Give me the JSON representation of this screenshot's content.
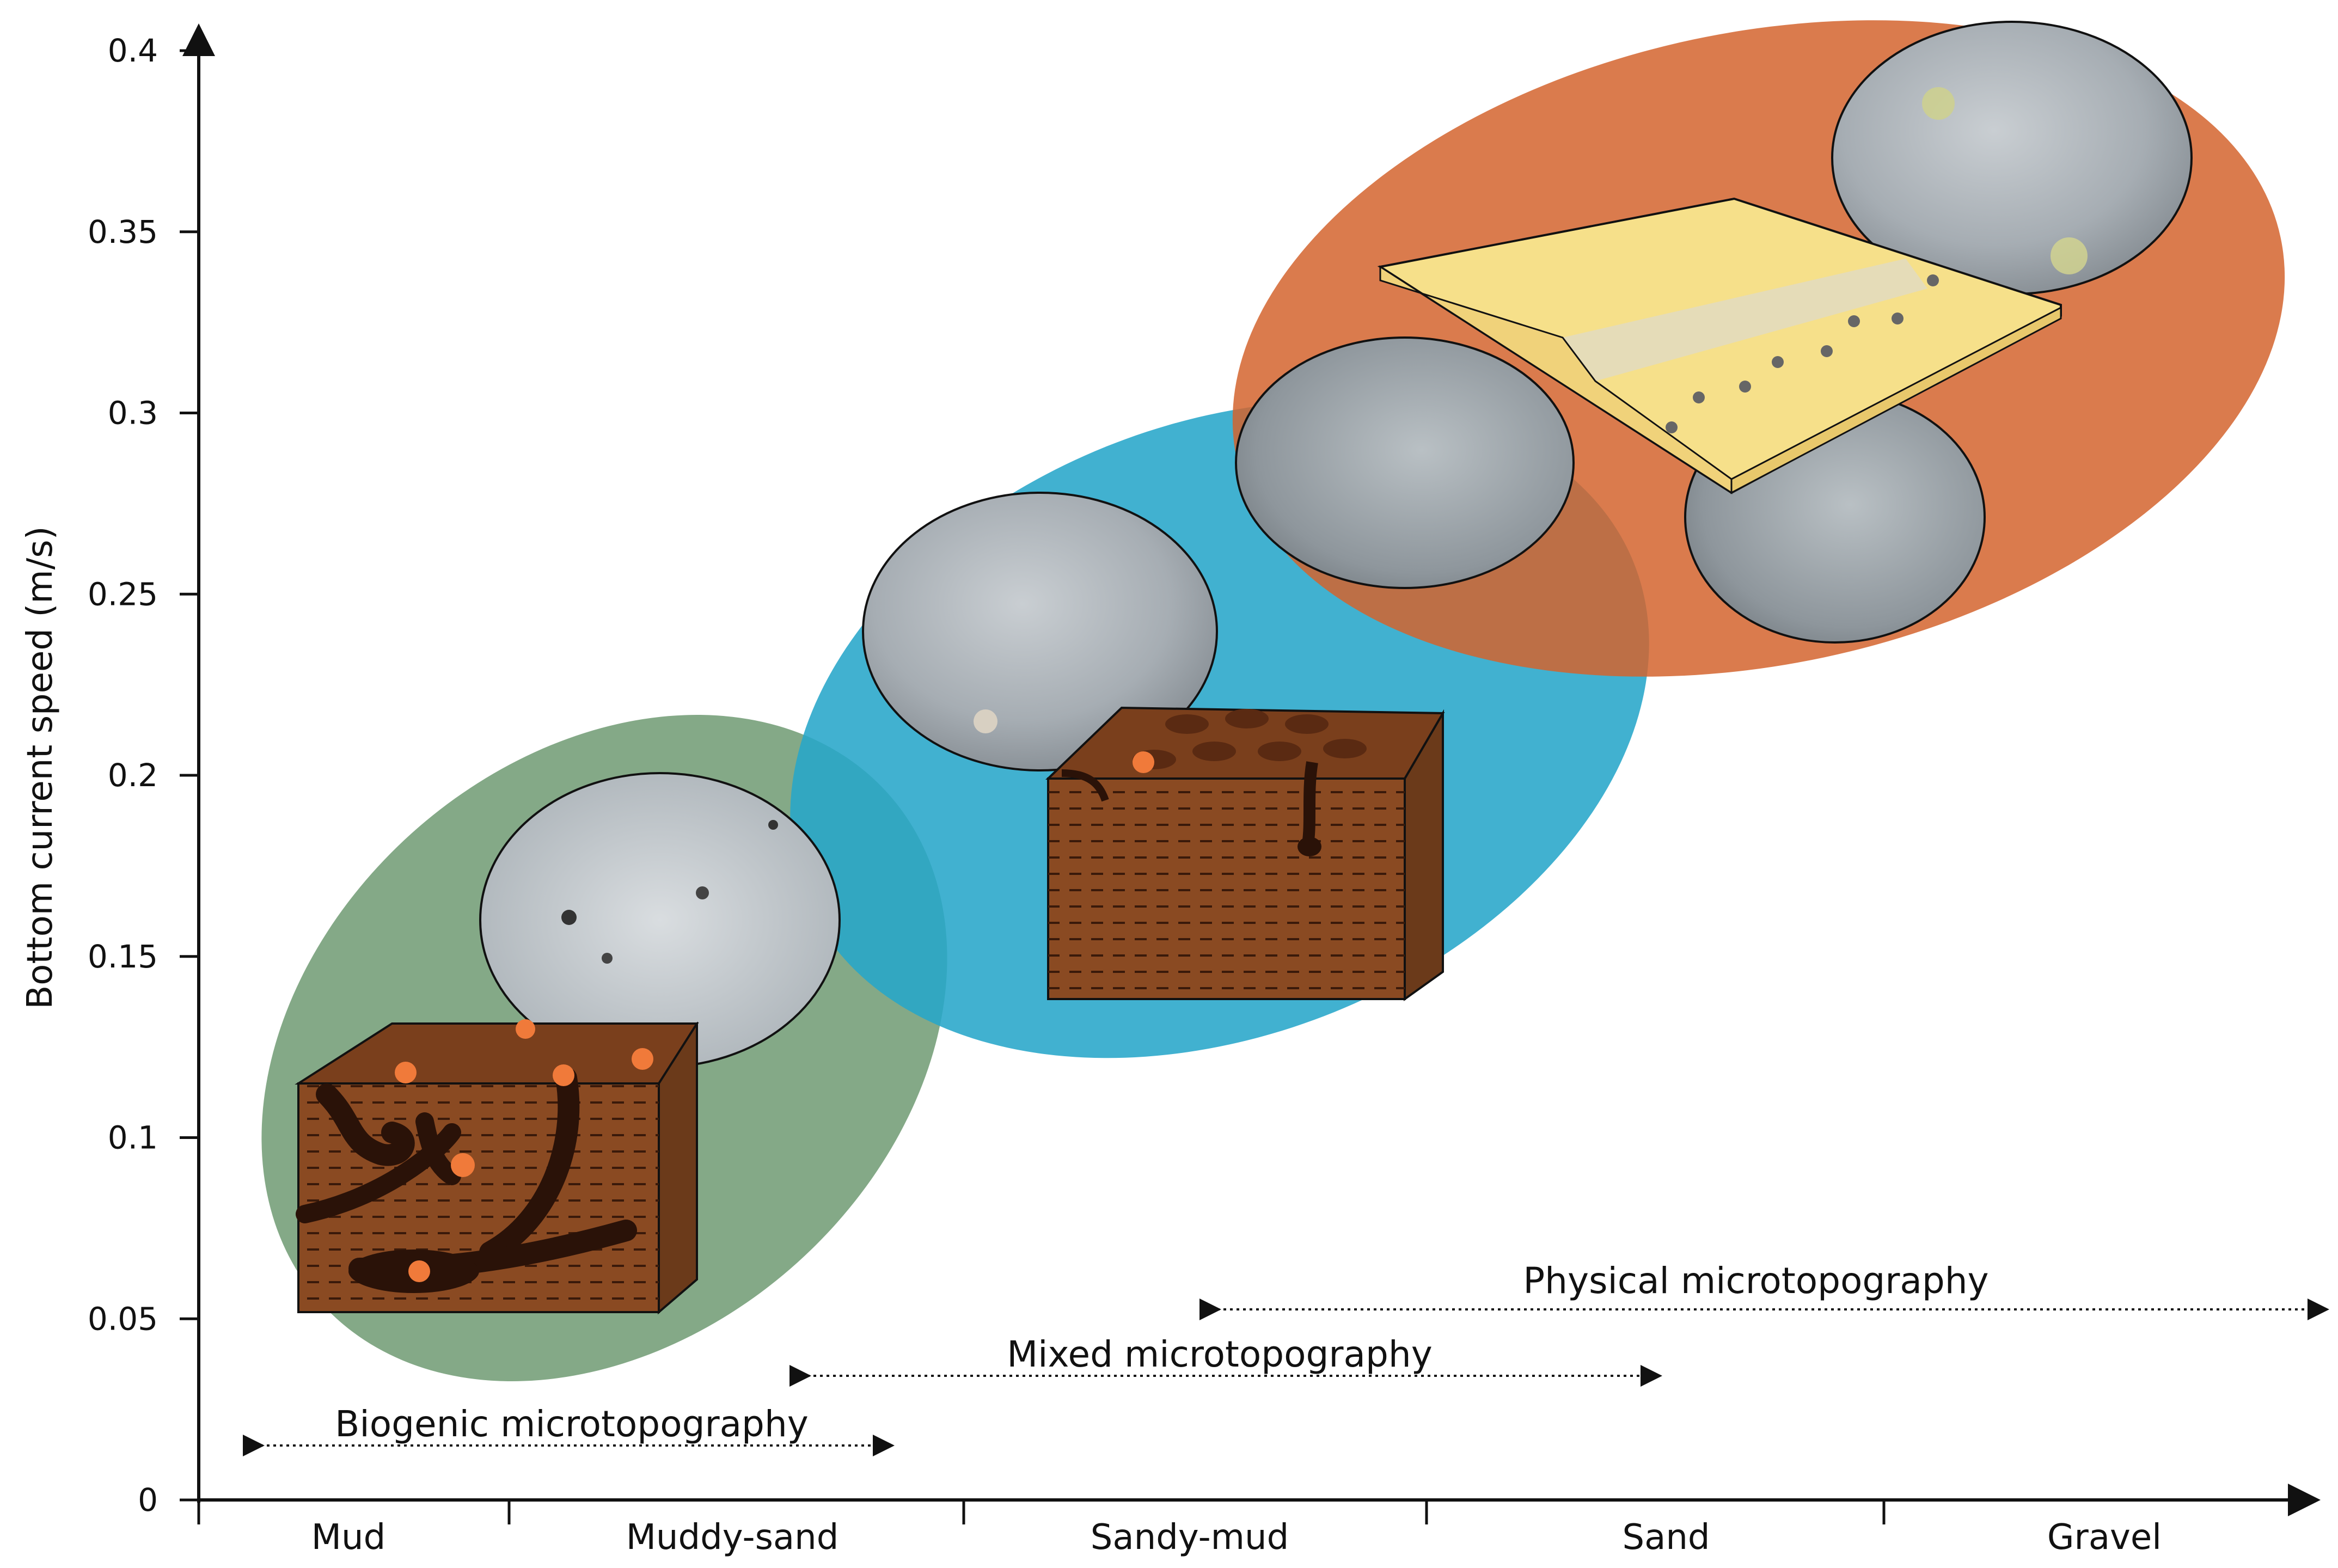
{
  "diagram": {
    "y_axis": {
      "label": "Bottom current speed (m/s)",
      "ticks": [
        "0",
        "0.05",
        "0.1",
        "0.15",
        "0.2",
        "0.25",
        "0.3",
        "0.35",
        "0.4"
      ]
    },
    "x_axis": {
      "categories": [
        "Mud",
        "Muddy-sand",
        "Sandy-mud",
        "Sand",
        "Gravel"
      ]
    },
    "ranges": [
      {
        "label": "Biogenic microtopography"
      },
      {
        "label": "Mixed microtopography"
      },
      {
        "label": "Physical microtopography"
      }
    ],
    "colors": {
      "biogenic": "#6f9a72",
      "mixed": "#27a6c9",
      "physical": "#d4642e",
      "sediment": "#8a4a22",
      "burrow": "#2a1208",
      "organism": "#f07a3a",
      "sand_ripple": "#f6e08a"
    }
  }
}
